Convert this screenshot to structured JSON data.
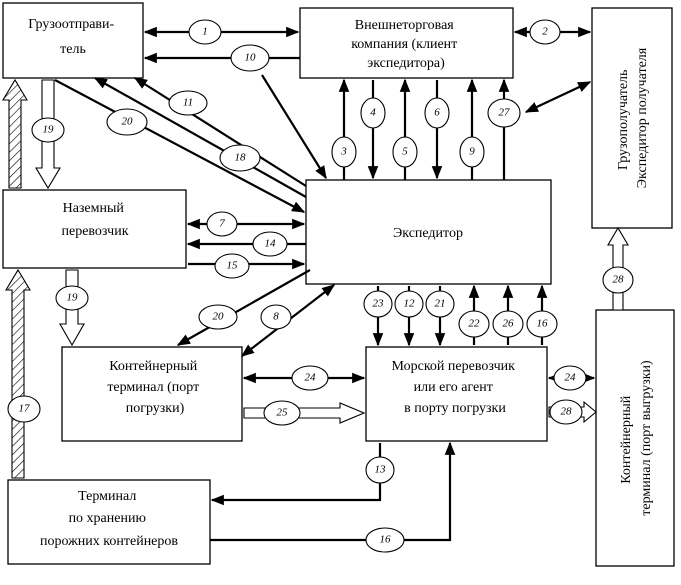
{
  "boxes": {
    "shipper": [
      "Грузоотправи-",
      "тель"
    ],
    "foreign_trade": [
      "Внешнеторговая",
      "компания (клиент",
      "экспедитора)"
    ],
    "consignee": [
      "Грузополучатель",
      "Экспедитор получателя"
    ],
    "ground_carrier": [
      "Наземный",
      "перевозчик"
    ],
    "forwarder": [
      "Экспедитор"
    ],
    "container_terminal_load": [
      "Контейнерный",
      "терминал (порт",
      "погрузки)"
    ],
    "sea_carrier": [
      "Морской перевозчик",
      "или его агент",
      "в порту погрузки"
    ],
    "container_terminal_unload": [
      "Контейнерный",
      "терминал (порт выгрузки)"
    ],
    "empty_storage": [
      "Терминал",
      "по хранению",
      "порожних контейнеров"
    ]
  },
  "flow_numbers": [
    "1",
    "2",
    "10",
    "11",
    "20",
    "18",
    "19",
    "4",
    "6",
    "27",
    "3",
    "5",
    "9",
    "7",
    "14",
    "15",
    "19",
    "20",
    "8",
    "23",
    "12",
    "21",
    "22",
    "26",
    "16",
    "24",
    "24",
    "25",
    "28",
    "28",
    "17",
    "13",
    "16"
  ]
}
